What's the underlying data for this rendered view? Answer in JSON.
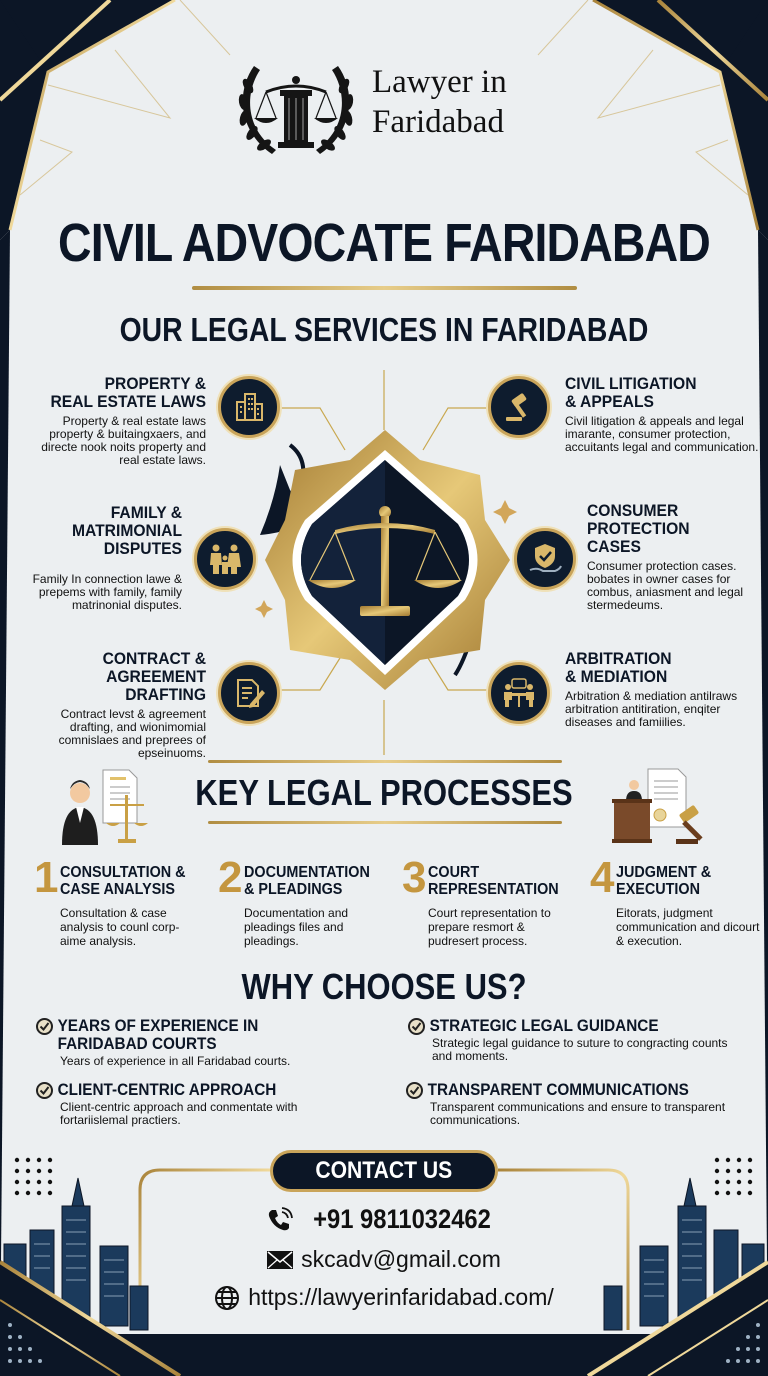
{
  "brand": {
    "line1": "Lawyer in",
    "line2": "Faridabad",
    "emblem_icon": "scales-of-justice-laurel-emblem"
  },
  "header": {
    "title": "CIVIL ADVOCATE FARIDABAD",
    "services_heading": "OUR LEGAL SERVICES IN FARIDABAD"
  },
  "services": [
    {
      "title_l1": "PROPERTY &",
      "title_l2": "REAL ESTATE LAWS",
      "title_l3": "",
      "icon": "building-icon",
      "desc": "Property & real estate laws property & buitaingxaers, and directe nook noits property and real estate laws."
    },
    {
      "title_l1": "CIVIL LITIGATION",
      "title_l2": "& APPEALS",
      "title_l3": "",
      "icon": "gavel-icon",
      "desc": "Civil litigation & appeals and legal imarante, consumer protection, accuitants legal and communication."
    },
    {
      "title_l1": "FAMILY &",
      "title_l2": "MATRIMONIAL",
      "title_l3": "DISPUTES",
      "icon": "family-icon",
      "desc": "Family In connection lawe & prepems with family, family matrinonial disputes."
    },
    {
      "title_l1": "CONSUMER",
      "title_l2": "PROTECTION",
      "title_l3": "CASES",
      "icon": "shield-hand-icon",
      "desc": "Consumer protection cases. bobates in owner cases for combus, aniasment and legal stermedeums."
    },
    {
      "title_l1": "CONTRACT &",
      "title_l2": "AGREEMENT DRAFTING",
      "title_l3": "",
      "icon": "document-pen-icon",
      "desc": "Contract levst & agreement drafting, and wionimomial comnislaes and preprees of epseinuoms."
    },
    {
      "title_l1": "ARBITRATION",
      "title_l2": "& MEDIATION",
      "title_l3": "",
      "icon": "meeting-table-icon",
      "desc": "Arbitration & mediation antilraws arbitration antitiration, enqiter diseases and famiilies."
    }
  ],
  "center_emblem": "scales-of-justice-icon",
  "processes": {
    "heading": "KEY LEGAL PROCESSES",
    "items": [
      {
        "num": "1",
        "title_l1": "CONSULTATION &",
        "title_l2": "CASE ANALYSIS",
        "desc": "Consultation & case analysis to counl corp-aime analysis."
      },
      {
        "num": "2",
        "title_l1": "DOCUMENTATION",
        "title_l2": "& PLEADINGS",
        "desc": "Documentation and pleadings files and pleadings."
      },
      {
        "num": "3",
        "title_l1": "COURT",
        "title_l2": "REPRESENTATION",
        "desc": "Court representation to prepare resmort & pudresert process."
      },
      {
        "num": "4",
        "title_l1": "JUDGMENT &",
        "title_l2": "EXECUTION",
        "desc": "Eitorats, judgment communication and dicourt & execution."
      }
    ]
  },
  "why": {
    "heading": "WHY CHOOSE US?",
    "items": [
      {
        "title": "YEARS OF EXPERIENCE IN FARIDABAD COURTS",
        "desc": "Years of experience in all Faridabad courts."
      },
      {
        "title": "STRATEGIC LEGAL GUIDANCE",
        "desc": "Strategic legal guidance to suture to congracting counts and moments."
      },
      {
        "title": "CLIENT-CENTRIC APPROACH",
        "desc": "Client-centric approach and conmentate with fortariislemal practiers."
      },
      {
        "title": "TRANSPARENT COMMUNICATIONS",
        "desc": "Transparent communications and ensure to transparent communications."
      }
    ]
  },
  "contact": {
    "label": "CONTACT US",
    "phone": "+91 9811032462",
    "email": "skcadv@gmail.com",
    "website": "https://lawyerinfaridabad.com/"
  },
  "colors": {
    "navy": "#0c1626",
    "gold": "#c9a45a",
    "background": "#eceff1"
  }
}
